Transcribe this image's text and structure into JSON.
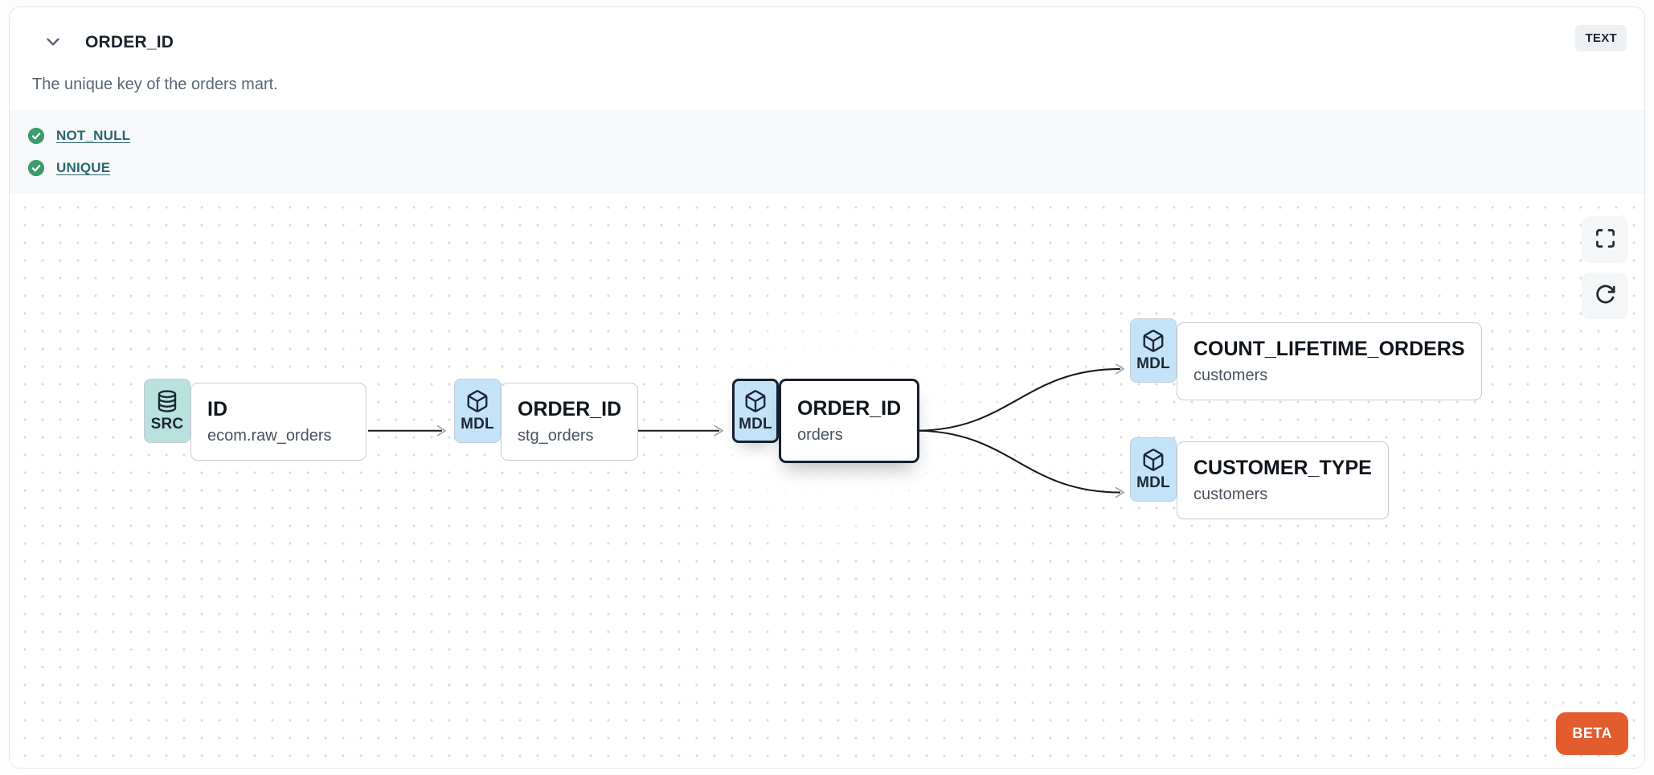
{
  "header": {
    "title": "ORDER_ID",
    "type_badge": "TEXT",
    "description": "The unique key of the orders mart."
  },
  "tests": [
    {
      "label": "NOT_NULL",
      "status": "pass",
      "icon": "check-circle-icon"
    },
    {
      "label": "UNIQUE",
      "status": "pass",
      "icon": "check-circle-icon"
    }
  ],
  "lineage": {
    "nodes": [
      {
        "id": "source-id",
        "badge": "SRC",
        "icon": "database-icon",
        "title": "ID",
        "subtitle": "ecom.raw_orders",
        "selected": false
      },
      {
        "id": "stg-order-id",
        "badge": "MDL",
        "icon": "cube-icon",
        "title": "ORDER_ID",
        "subtitle": "stg_orders",
        "selected": false
      },
      {
        "id": "orders-order-id",
        "badge": "MDL",
        "icon": "cube-icon",
        "title": "ORDER_ID",
        "subtitle": "orders",
        "selected": true
      },
      {
        "id": "count-lifetime-orders",
        "badge": "MDL",
        "icon": "cube-icon",
        "title": "COUNT_LIFETIME_ORDERS",
        "subtitle": "customers",
        "selected": false
      },
      {
        "id": "customer-type",
        "badge": "MDL",
        "icon": "cube-icon",
        "title": "CUSTOMER_TYPE",
        "subtitle": "customers",
        "selected": false
      }
    ],
    "edges": [
      {
        "from": "source-id",
        "to": "stg-order-id"
      },
      {
        "from": "stg-order-id",
        "to": "orders-order-id"
      },
      {
        "from": "orders-order-id",
        "to": "count-lifetime-orders"
      },
      {
        "from": "orders-order-id",
        "to": "customer-type"
      }
    ],
    "controls": [
      {
        "icon": "fullscreen-icon"
      },
      {
        "icon": "refresh-icon"
      }
    ],
    "beta_label": "BETA"
  },
  "colors": {
    "src_badge_bg": "#b9e2dc",
    "mdl_badge_bg": "#c4e3f8",
    "selected_border": "#16202e",
    "node_border": "#c3ccd6",
    "test_pass_green": "#3f9b6e",
    "test_link_teal": "#2b6670",
    "beta_orange": "#e25c2e",
    "edge_line": "#16181d",
    "edge_arrowhead": "#9aa3ad",
    "tests_section_bg": "#f6f8f9",
    "type_badge_bg": "#eef1f4"
  }
}
